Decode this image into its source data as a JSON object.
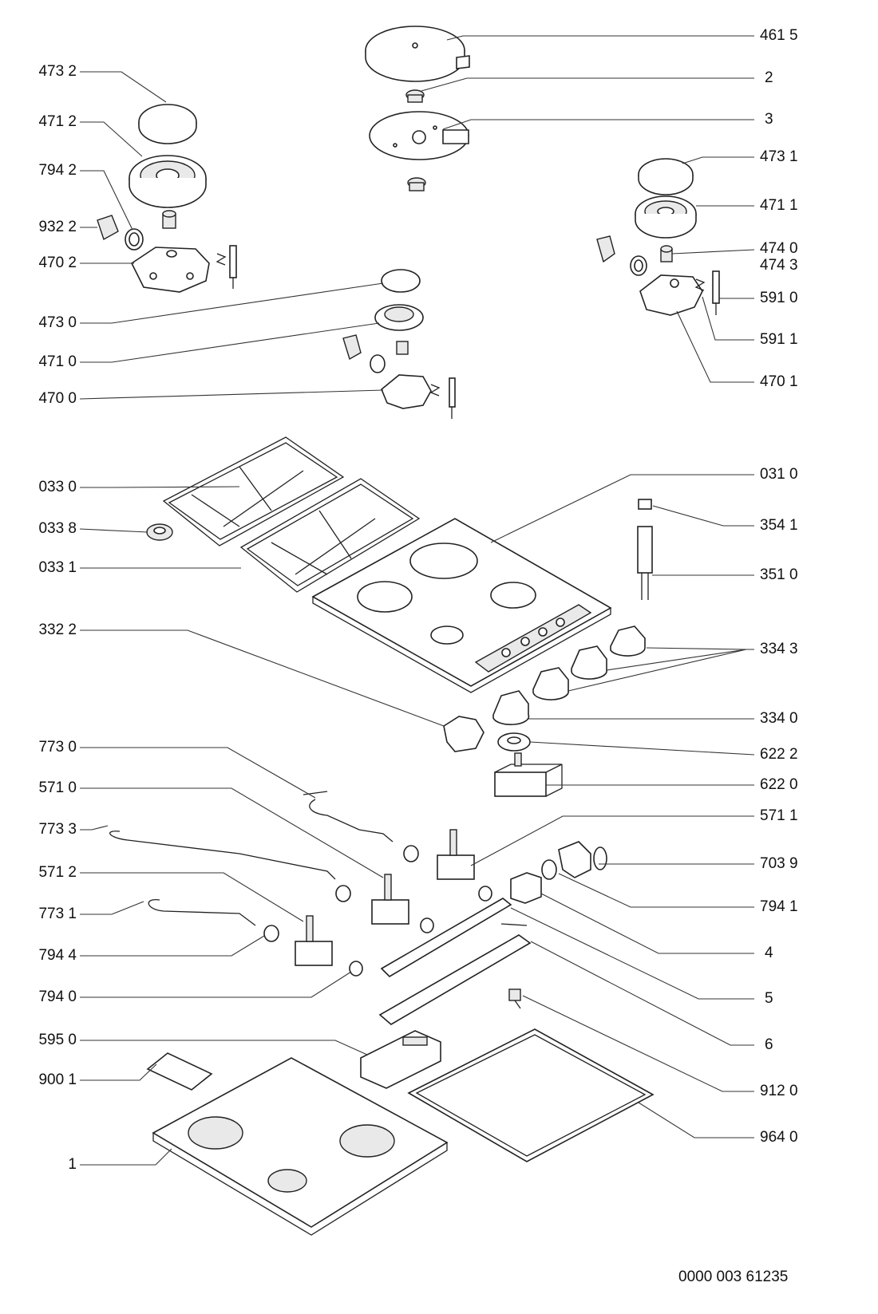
{
  "callouts": {
    "p4615": "461 5",
    "p2": "2",
    "p3": "3",
    "p4732": "473 2",
    "p4712": "471 2",
    "p7942": "794 2",
    "p9322": "932 2",
    "p4702": "470 2",
    "p4731": "473 1",
    "p4711": "471 1",
    "p4740": "474 0",
    "p4743": "474 3",
    "p5910": "591 0",
    "p5911": "591 1",
    "p4701": "470 1",
    "p4730": "473 0",
    "p4710": "471 0",
    "p4700": "470 0",
    "p0330": "033 0",
    "p0338": "033 8",
    "p0331": "033 1",
    "p3322": "332 2",
    "p0310": "031 0",
    "p3541": "354 1",
    "p3510": "351 0",
    "p3343": "334 3",
    "p3340": "334 0",
    "p6222": "622 2",
    "p6220": "622 0",
    "p7730": "773 0",
    "p5710": "571 0",
    "p7733": "773 3",
    "p5712": "571 2",
    "p7731": "773 1",
    "p7944": "794 4",
    "p7940": "794 0",
    "p5711": "571 1",
    "p7039": "703 9",
    "p7941": "794 1",
    "p4": "4",
    "p5": "5",
    "p6": "6",
    "p5950": "595 0",
    "p9001": "900 1",
    "p1": "1",
    "p9120": "912 0",
    "p9640": "964 0"
  },
  "document_code": "0000 003 61235"
}
